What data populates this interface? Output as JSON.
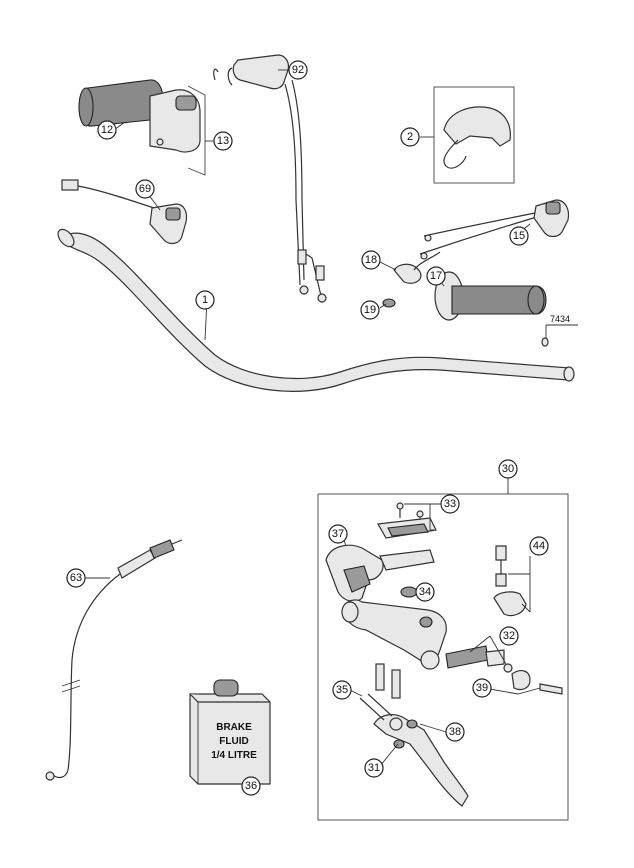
{
  "callouts": {
    "c1": "1",
    "c2": "2",
    "c12": "12",
    "c13": "13",
    "c15": "15",
    "c17": "17",
    "c18": "18",
    "c19": "19",
    "c30": "30",
    "c31": "31",
    "c32": "32",
    "c33": "33",
    "c34": "34",
    "c35": "35",
    "c36": "36",
    "c37": "37",
    "c38": "38",
    "c39": "39",
    "c44": "44",
    "c63": "63",
    "c69": "69",
    "c92": "92"
  },
  "reference_label": "7434",
  "bottle_label": [
    "BRAKE",
    "FLUID",
    "1/4 LITRE"
  ]
}
